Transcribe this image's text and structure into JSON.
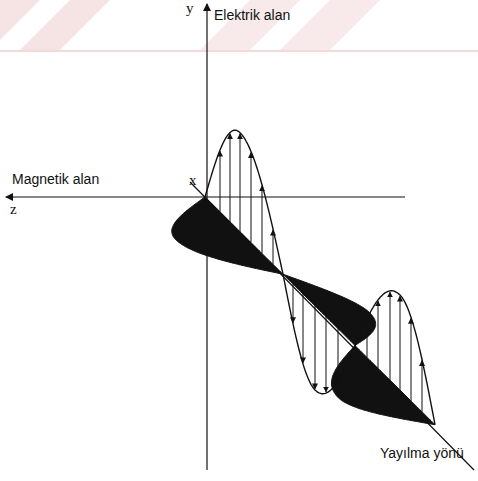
{
  "diagram": {
    "labels": [
      "y",
      "Elektrik alan",
      "Magnetik alan",
      "x",
      "z",
      "Yayılma yönü"
    ]
  }
}
